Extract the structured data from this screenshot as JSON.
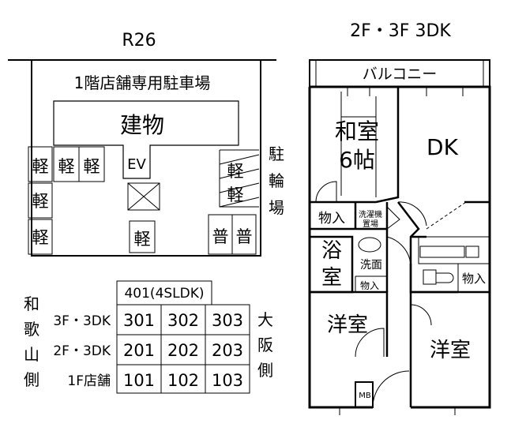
{
  "left": {
    "route": "R26",
    "parking": "1階店舗専用駐車場",
    "building": "建物",
    "ev": "EV",
    "light": "軽",
    "standard": "普",
    "bicycle": [
      "駐",
      "輪",
      "場"
    ]
  },
  "table": {
    "top": "401(4SLDK)",
    "west_side": [
      "和",
      "歌",
      "山",
      "側"
    ],
    "east_side": [
      "大",
      "阪",
      "側"
    ],
    "rows": [
      {
        "label": "3F・3DK",
        "units": [
          "301",
          "302",
          "303"
        ]
      },
      {
        "label": "2F・3DK",
        "units": [
          "201",
          "202",
          "203"
        ]
      },
      {
        "label": "1F店舗",
        "units": [
          "101",
          "102",
          "103"
        ]
      }
    ]
  },
  "plan": {
    "title": "2F・3F 3DK",
    "balcony": "バルコニー",
    "washitsu": "和室",
    "tatami": "6帖",
    "dk": "DK",
    "storage": "物入",
    "laundry": [
      "洗濯機",
      "置場"
    ],
    "bath": [
      "浴",
      "室"
    ],
    "washroom": "洗面",
    "yoshitsu": "洋室",
    "mb": "MB"
  }
}
